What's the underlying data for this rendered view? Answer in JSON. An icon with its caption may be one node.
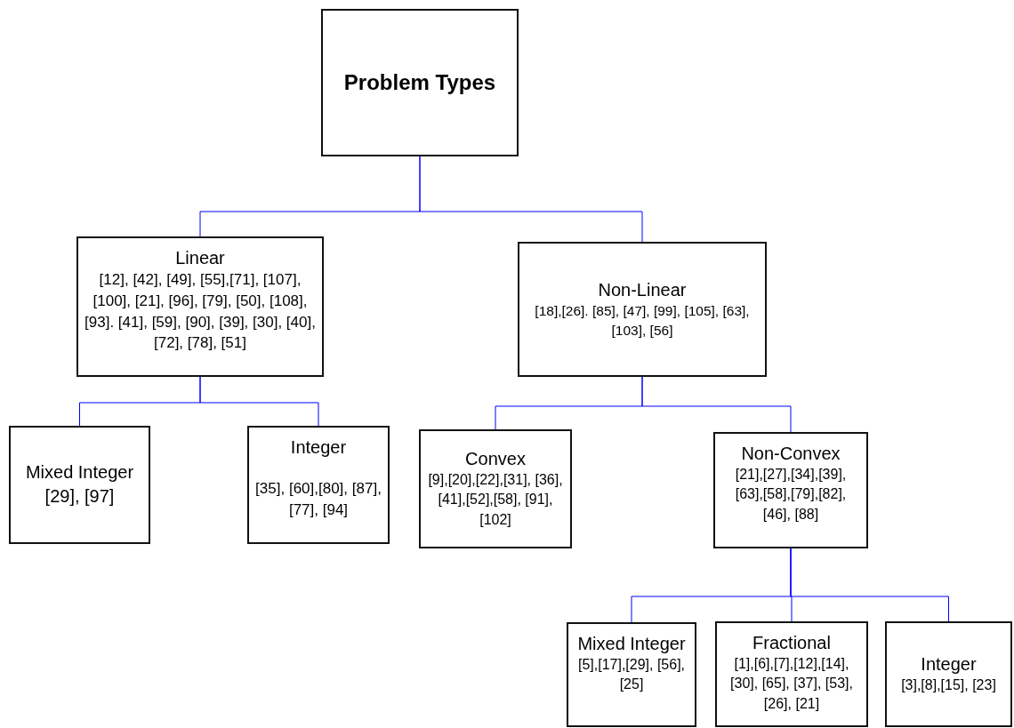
{
  "diagram": {
    "nodes": [
      {
        "text": [
          "Problem Types"
        ]
      },
      {
        "text": [
          "Linear",
          "[12], [42],  [49], [55],[71], [107], [100], [21], [96], [79], [50], [108], [93]. [41], [59], [90], [39], [30], [40], [72], [78], [51]"
        ]
      },
      {
        "text": [
          "Non-Linear",
          "[18],[26]. [85], [47], [99], [105], [63], [103], [56]"
        ]
      },
      {
        "text": [
          "Mixed Integer",
          "[29], [97]"
        ]
      },
      {
        "text": [
          "Integer",
          "[35], [60],[80], [87], [77], [94]"
        ]
      },
      {
        "text": [
          "Convex",
          "[9],[20],[22],[31], [36],[41],[52],[58], [91], [102]"
        ]
      },
      {
        "text": [
          "Non-Convex",
          "[21],[27],[34],[39], [63],[58],[79],[82], [46], [88]"
        ]
      },
      {
        "text": [
          "Mixed Integer",
          "[5],[17],[29], [56], [25]"
        ]
      },
      {
        "text": [
          "Fractional",
          "[1],[6],[7],[12],[14], [30], [65], [37], [53], [26], [21]"
        ]
      },
      {
        "text": [
          "Integer",
          "[3],[8],[15], [23]"
        ]
      }
    ],
    "edges": [
      {
        "from": 0,
        "to": 1,
        "arrow": "none",
        "color": "#0000ff"
      },
      {
        "from": 0,
        "to": 2,
        "arrow": "none",
        "color": "#0000ff"
      },
      {
        "from": 1,
        "to": 3,
        "arrow": "none",
        "color": "#0000ff"
      },
      {
        "from": 1,
        "to": 4,
        "arrow": "none",
        "color": "#0000ff"
      },
      {
        "from": 2,
        "to": 5,
        "arrow": "none",
        "color": "#0000ff"
      },
      {
        "from": 2,
        "to": 6,
        "arrow": "none",
        "color": "#0000ff"
      },
      {
        "from": 6,
        "to": 7,
        "arrow": "none",
        "color": "#0000ff"
      },
      {
        "from": 6,
        "to": 8,
        "arrow": "none",
        "color": "#0000ff"
      },
      {
        "from": 6,
        "to": 9,
        "arrow": "none",
        "color": "#0000ff"
      }
    ]
  }
}
